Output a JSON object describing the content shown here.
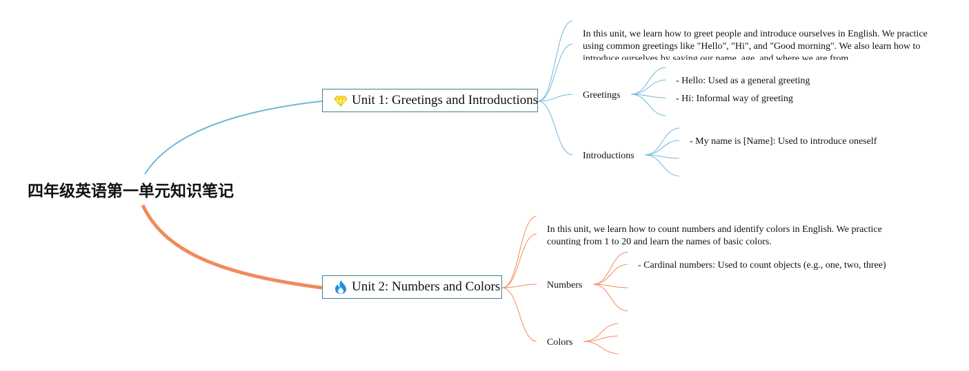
{
  "root": {
    "title": "四年级英语第一单元知识笔记"
  },
  "colors": {
    "unit1_branch": "#6fb7d9",
    "unit2_branch": "#f08a5d",
    "node_border": "#3f7f86",
    "text": "#111111"
  },
  "units": [
    {
      "title": "Unit 1: Greetings and Introductions",
      "icon": "diamond-icon",
      "summary": "In this unit, we learn how to greet people and introduce ourselves in English. We practice using common greetings like \"Hello\", \"Hi\", and \"Good morning\". We also learn how to introduce ourselves by saying our name, age, and where we are from.",
      "topics": [
        {
          "label": "Greetings",
          "items": [
            "- Hello: Used as a general greeting",
            "- Hi: Informal way of greeting"
          ]
        },
        {
          "label": "Introductions",
          "items": [
            "- My name is [Name]: Used to introduce oneself"
          ]
        }
      ]
    },
    {
      "title": "Unit 2: Numbers and Colors",
      "icon": "fire-icon",
      "summary": "In this unit, we learn how to count numbers and identify colors in English. We practice counting from 1 to 20 and learn the names of basic colors.",
      "topics": [
        {
          "label": "Numbers",
          "items": [
            "- Cardinal numbers: Used to count objects (e.g., one, two, three)"
          ]
        },
        {
          "label": "Colors",
          "items": []
        }
      ]
    }
  ]
}
